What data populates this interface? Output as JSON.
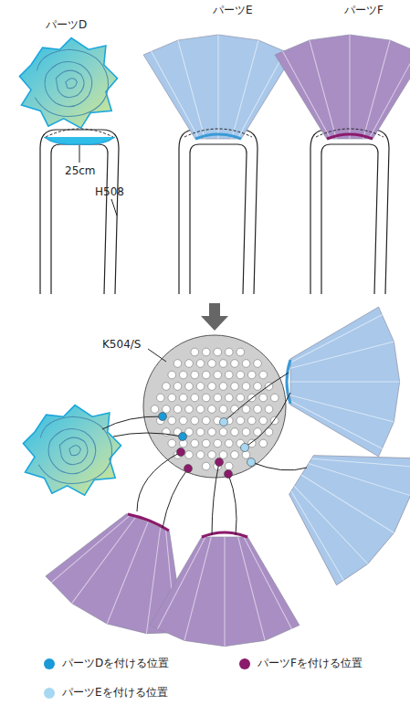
{
  "diagram": {
    "labels": [
      "パーツD",
      "パーツE",
      "パーツF",
      "25cm",
      "H508",
      "K504/S"
    ],
    "legend": [
      {
        "text": "パーツDを付ける位置",
        "color": "#1a9ad6"
      },
      {
        "text": "パーツFを付ける位置",
        "color": "#8b1a6b"
      },
      {
        "text": "パーツEを付ける位置",
        "color": "#a6d8f2"
      }
    ]
  }
}
